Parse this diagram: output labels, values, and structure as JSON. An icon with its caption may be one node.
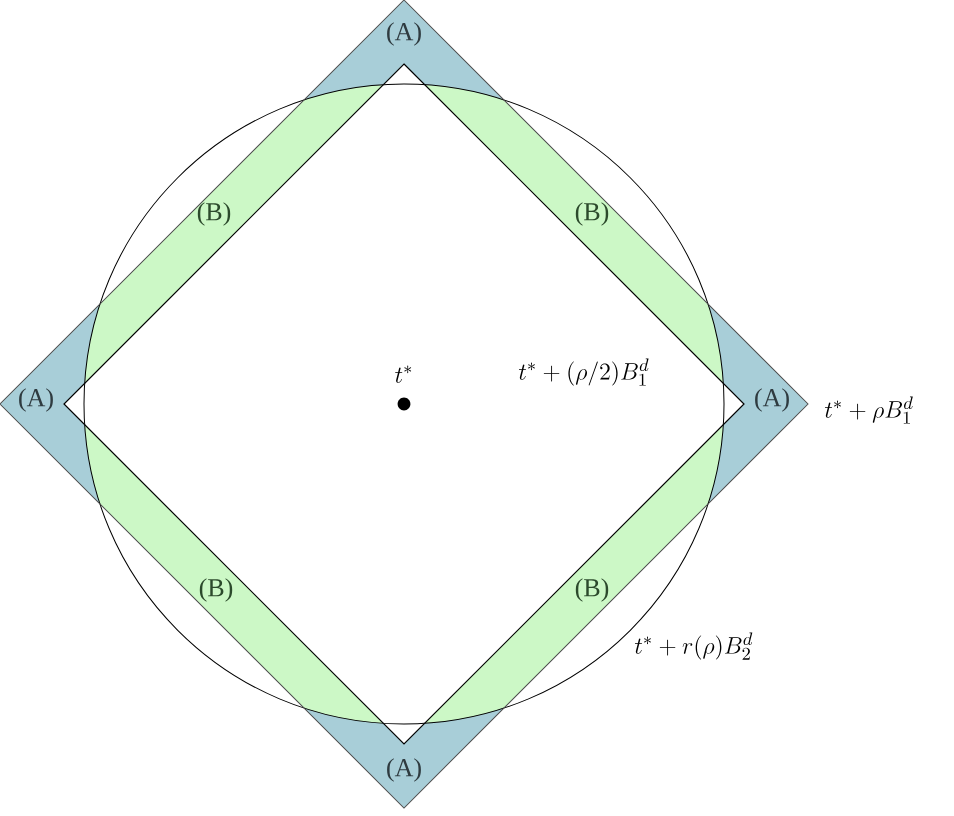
{
  "diagram": {
    "labels": [
      "(A)",
      "(B)",
      "(B)",
      "t^*",
      "t^* + (\\rho/2)B_1^d",
      "(A)",
      "(A)",
      "t^* + \\rho B_1^d",
      "(B)",
      "(B)",
      "t^* + r(\\rho)B_2^d",
      "(A)"
    ]
  }
}
